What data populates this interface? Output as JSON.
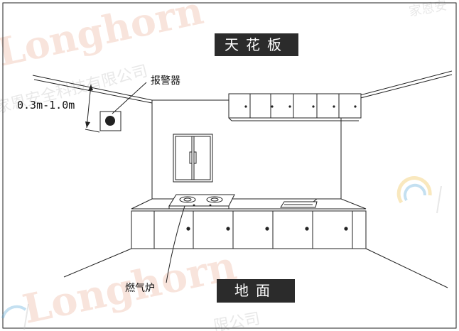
{
  "labels": {
    "ceiling": "天花板",
    "floor": "地面",
    "alarm": "报警器",
    "range": "0.3m-1.0m",
    "stove": "燃气炉"
  },
  "watermark": {
    "brand": "Longhorn",
    "company_fragment_1": "家恩安全科技有限公司",
    "company_fragment_2": "限公司",
    "company_fragment_3": "家恩安"
  },
  "colors": {
    "label_bg": "#2b2b2b",
    "label_text": "#ffffff",
    "line": "#222222",
    "watermark": "#d65828"
  }
}
